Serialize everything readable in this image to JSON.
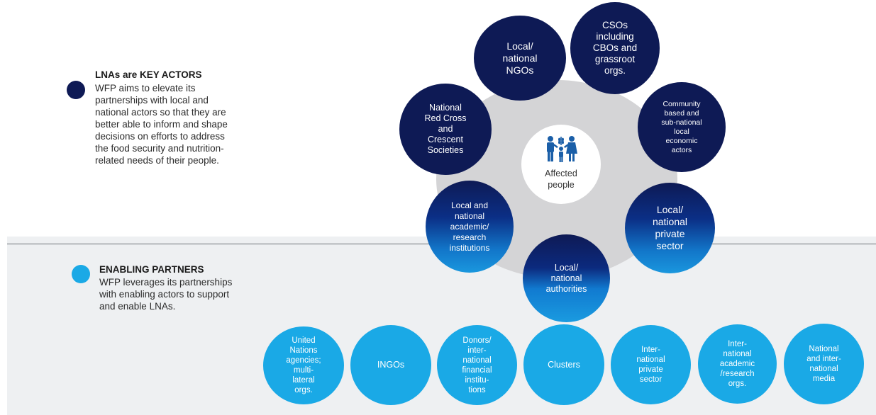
{
  "key_actors": {
    "title": "LNAs are KEY ACTORS",
    "text": "WFP aims to elevate its\npartnerships with local and\nnational actors so that they are\nbetter able to inform and shape\ndecisions on efforts to address\nthe food security and nutrition-\nrelated needs of their people.",
    "color": "#0e1a55"
  },
  "enabling_partners": {
    "title": "ENABLING PARTNERS",
    "text": "WFP leverages its partnerships\nwith enabling actors to support\nand enable LNAs.",
    "color": "#1aa9e6"
  },
  "center": {
    "label": "Affected\npeople",
    "icon": "family-icon"
  },
  "lna_nodes": [
    {
      "id": "local-national-ngos",
      "label": "Local/\nnational\nNGOs"
    },
    {
      "id": "csos",
      "label": "CSOs\nincluding\nCBOs and\ngrassroot\norgs."
    },
    {
      "id": "community-based",
      "label": "Community\nbased and\nsub-national\nlocal\neconomic\nactors"
    },
    {
      "id": "private-sector",
      "label": "Local/\nnational\nprivate\nsector"
    },
    {
      "id": "authorities",
      "label": "Local/\nnational\nauthorities"
    },
    {
      "id": "academic",
      "label": "Local and\nnational\nacademic/\nresearch\ninstitutions"
    },
    {
      "id": "red-cross",
      "label": "National\nRed Cross\nand\nCrescent\nSocieties"
    }
  ],
  "enabling_nodes": [
    {
      "id": "un-agencies",
      "label": "United\nNations\nagencies;\nmulti-\nlateral\norgs."
    },
    {
      "id": "ingos",
      "label": "INGOs"
    },
    {
      "id": "donors",
      "label": "Donors/\ninter-\nnational\nfinancial\ninstitu-\ntions"
    },
    {
      "id": "clusters",
      "label": "Clusters"
    },
    {
      "id": "intl-private",
      "label": "Inter-\nnational\nprivate\nsector"
    },
    {
      "id": "intl-academic",
      "label": "Inter-\nnational\nacademic\n/research\norgs."
    },
    {
      "id": "media",
      "label": "National\nand inter-\nnational\nmedia"
    }
  ]
}
